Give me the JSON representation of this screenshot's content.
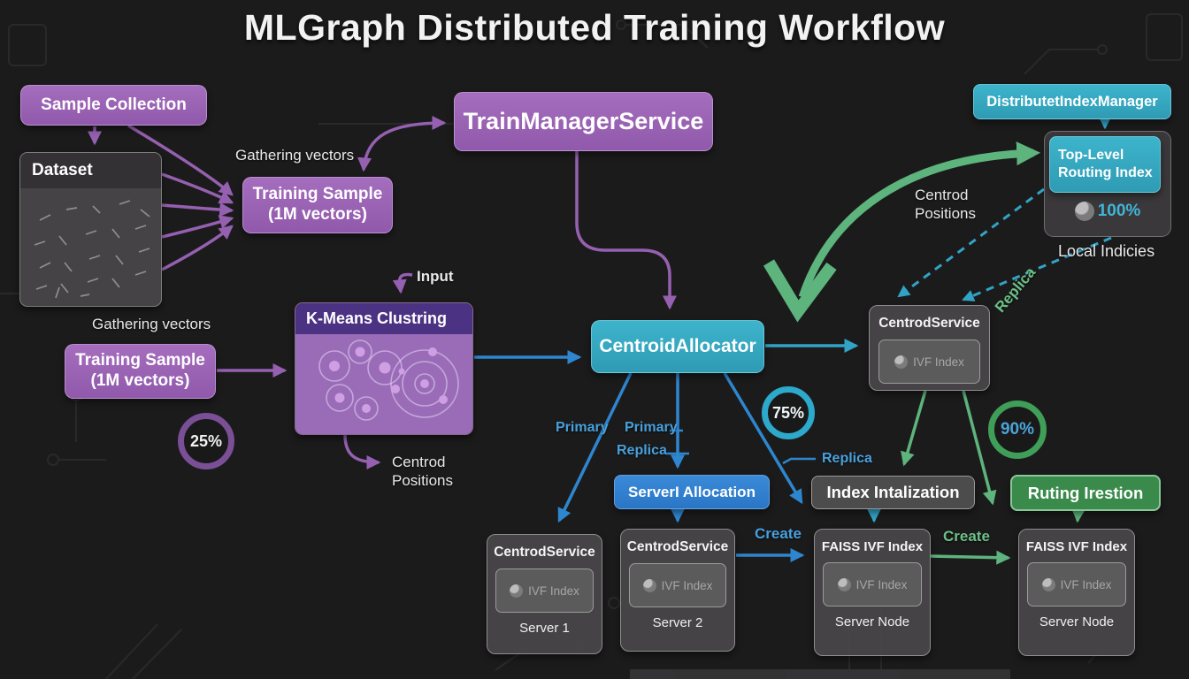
{
  "title": "MLGraph Distributed Training Workflow",
  "colors": {
    "purple": "#9c64b4",
    "teal": "#35a8c0",
    "blue": "#2e80d0",
    "green": "#3c8a4e",
    "gray_node": "#4d4c4d",
    "background": "#1c1b1c",
    "blue_label": "#47a1dd",
    "green_label": "#6cc087",
    "teal_label": "#3fb6d8"
  },
  "nodes": {
    "sample_collection": {
      "label": "Sample Collection"
    },
    "dataset": {
      "label": "Dataset"
    },
    "training_sample_top": {
      "line1": "Training Sample",
      "line2": "(1M vectors)"
    },
    "training_sample_left": {
      "line1": "Training Sample",
      "line2": "(1M vectors)"
    },
    "train_manager": {
      "label": "TrainManagerService"
    },
    "distributet_index_manager": {
      "label": "DistributetIndexManager"
    },
    "top_level_routing_index": {
      "line1": "Top-Level",
      "line2": "Routing Index"
    },
    "local_indices_caption": "Local Indicies",
    "kmeans": {
      "label": "K-Means Clustring"
    },
    "centroid_allocator": {
      "label": "CentroidAllocator"
    },
    "centrod_service": {
      "title": "CentrodService",
      "inner": "IVF Index"
    },
    "server_allocation": {
      "label": "ServerI Allocation"
    },
    "index_intalization": {
      "label": "Index Intalization"
    },
    "ruting_irestion": {
      "label": "Ruting Irestion"
    },
    "server1": {
      "title": "CentrodService",
      "inner": "IVF Index",
      "caption": "Server 1"
    },
    "server2": {
      "title": "CentrodService",
      "inner": "IVF Index",
      "caption": "Server 2"
    },
    "faiss_left": {
      "title": "FAISS IVF Index",
      "inner": "IVF Index",
      "caption": "Server Node"
    },
    "faiss_right": {
      "title": "FAISS IVF Index",
      "inner": "IVF Index",
      "caption": "Server Node"
    }
  },
  "edge_labels": {
    "gathering_vectors_top": "Gathering vectors",
    "gathering_vectors_left": "Gathering vectors",
    "input": "Input",
    "centrod_positions_left_1": "Centrod",
    "centrod_positions_left_2": "Positions",
    "centrod_positions_right_1": "Centrod",
    "centrod_positions_right_2": "Positions",
    "primary_left": "Primary",
    "primary_mid": "Primary",
    "replica_mid": "Replica",
    "replica_right": "Replica",
    "replica_diag": "Replica",
    "create_blue": "Create",
    "create_green": "Create"
  },
  "badges": {
    "b25": "25%",
    "b75": "75%",
    "b90": "90%",
    "b100": "100%"
  }
}
